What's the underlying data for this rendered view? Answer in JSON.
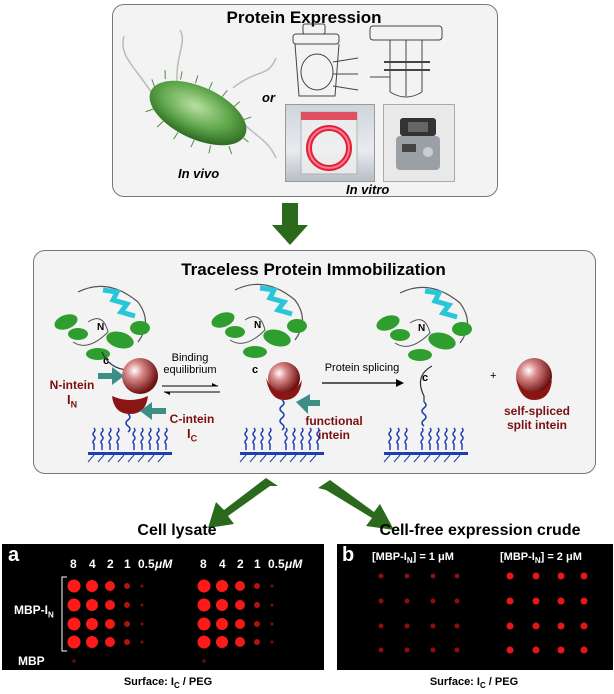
{
  "expression": {
    "title": "Protein Expression",
    "or_label": "or",
    "in_vivo_label": "In vivo",
    "in_vitro_label": "In vitro"
  },
  "immobilization": {
    "title": "Traceless Protein Immobilization",
    "n_label": "N",
    "c_label": "c",
    "n_intein_label": "N-intein",
    "n_intein_symbol": "I",
    "n_intein_sub": "N",
    "c_intein_label": "C-intein",
    "c_intein_symbol": "I",
    "c_intein_sub": "C",
    "binding_label_1": "Binding",
    "binding_label_2": "equilibrium",
    "splicing_label": "Protein splicing",
    "functional_intein_1": "functional",
    "functional_intein_2": "intein",
    "plus": "+",
    "self_spliced_1": "self-spliced",
    "self_spliced_2": "split intein"
  },
  "panel_a": {
    "heading": "Cell lysate",
    "letter": "a",
    "concentrations": [
      "8",
      "4",
      "2",
      "1",
      "0.5"
    ],
    "unit": "μM",
    "row_label_main": "MBP-I",
    "row_label_sub": "N",
    "row_label_mbp": "MBP",
    "surface_prefix": "Surface: I",
    "surface_sub": "C",
    "surface_suffix": " / PEG"
  },
  "panel_b": {
    "heading": "Cell-free expression crude",
    "letter": "b",
    "cond1_prefix": "[MBP-I",
    "cond1_sub": "N",
    "cond1_suffix": "] = 1 μM",
    "cond2_prefix": "[MBP-I",
    "cond2_sub": "N",
    "cond2_suffix": "] = 2 μM",
    "surface_prefix": "Surface: I",
    "surface_sub": "C",
    "surface_suffix": " / PEG"
  },
  "colors": {
    "arrow": "#2b6a1c",
    "spot": "#ff1a1a",
    "intein": "#8a1515",
    "helix": "#2e9e2e",
    "sheet": "#27c6d9",
    "surface": "#1f3fb0",
    "teal_arrow": "#3d8f85"
  }
}
